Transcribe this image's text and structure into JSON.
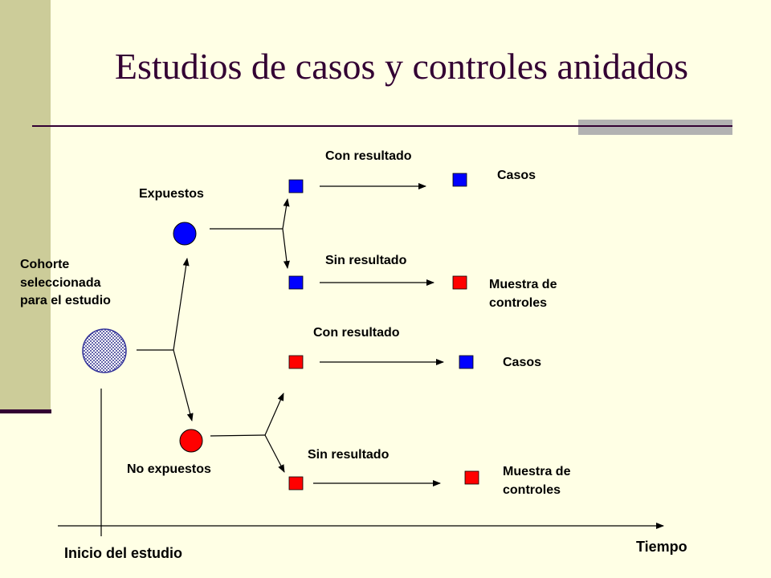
{
  "slide": {
    "title": "Estudios de casos y controles anidados"
  },
  "labels": {
    "cohort": [
      "Cohorte",
      "seleccionada",
      "para el estudio"
    ],
    "exposed": "Expuestos",
    "unexposed": "No expuestos",
    "exp_with_result": "Con resultado",
    "exp_without_result": "Sin resultado",
    "unexp_with_result": "Con resultado",
    "unexp_without_result": "Sin resultado",
    "cases_1": "Casos",
    "controls_1": [
      "Muestra de",
      "controles"
    ],
    "cases_2": "Casos",
    "controls_2": [
      "Muestra de",
      "controles"
    ],
    "study_start": "Inicio del estudio",
    "time_axis": "Tiempo"
  },
  "colors": {
    "exposed": "#0000FF",
    "unexposed": "#FF0000",
    "cohort": "#9999CC",
    "background": "#FFFFE5",
    "accent": "#CCCC99",
    "title": "#330033"
  }
}
